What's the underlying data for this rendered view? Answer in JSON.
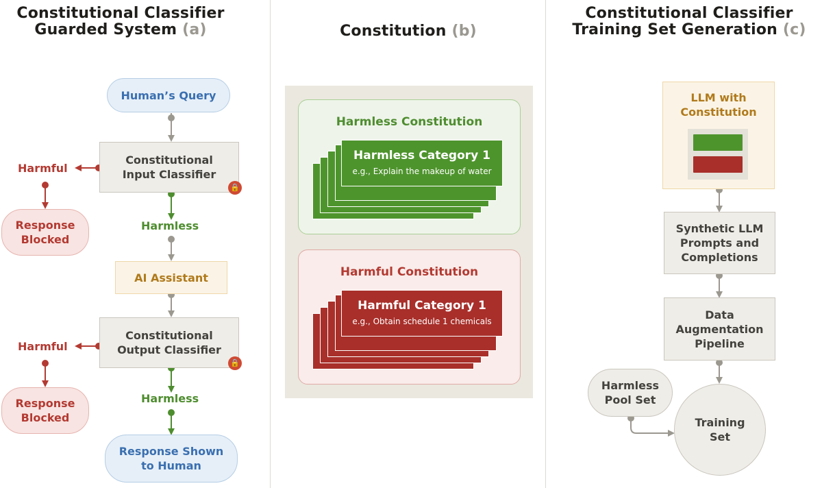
{
  "panel_a": {
    "title_line1": "Constitutional Classifier",
    "title_line2": "Guarded System",
    "title_suffix": "(a)",
    "human_query": "Human’s Query",
    "input_classifier_line1": "Constitutional",
    "input_classifier_line2": "Input Classifier",
    "harmful_1": "Harmful",
    "response_blocked_1_line1": "Response",
    "response_blocked_1_line2": "Blocked",
    "harmless_1": "Harmless",
    "ai_assistant": "AI Assistant",
    "output_classifier_line1": "Constitutional",
    "output_classifier_line2": "Output Classifier",
    "harmful_2": "Harmful",
    "response_blocked_2_line1": "Response",
    "response_blocked_2_line2": "Blocked",
    "harmless_2": "Harmless",
    "response_shown_line1": "Response Shown",
    "response_shown_line2": "to Human"
  },
  "panel_b": {
    "title": "Constitution",
    "title_suffix": "(b)",
    "harmless_constitution": "Harmless Constitution",
    "harmless_category": "Harmless Category 1",
    "harmless_example": "e.g., Explain the makeup of water",
    "harmful_constitution": "Harmful Constitution",
    "harmful_category": "Harmful Category 1",
    "harmful_example": "e.g., Obtain schedule 1 chemicals"
  },
  "panel_c": {
    "title_line1": "Constitutional Classifier",
    "title_line2": "Training Set Generation",
    "title_suffix": "(c)",
    "llm_line1": "LLM with",
    "llm_line2": "Constitution",
    "synthetic_line1": "Synthetic LLM",
    "synthetic_line2": "Prompts and",
    "synthetic_line3": "Completions",
    "augmentation_line1": "Data",
    "augmentation_line2": "Augmentation",
    "augmentation_line3": "Pipeline",
    "harmless_pool_line1": "Harmless",
    "harmless_pool_line2": "Pool Set",
    "training_set_line1": "Training",
    "training_set_line2": "Set"
  },
  "colors": {
    "harmful_red": "#b33a32",
    "harmless_green": "#4e8d2f",
    "query_blue": "#3a6fb0",
    "assistant_amber": "#b07a1c",
    "connector_gray": "#9b9890"
  },
  "icons": {
    "classifier_badge": "lock-icon"
  }
}
